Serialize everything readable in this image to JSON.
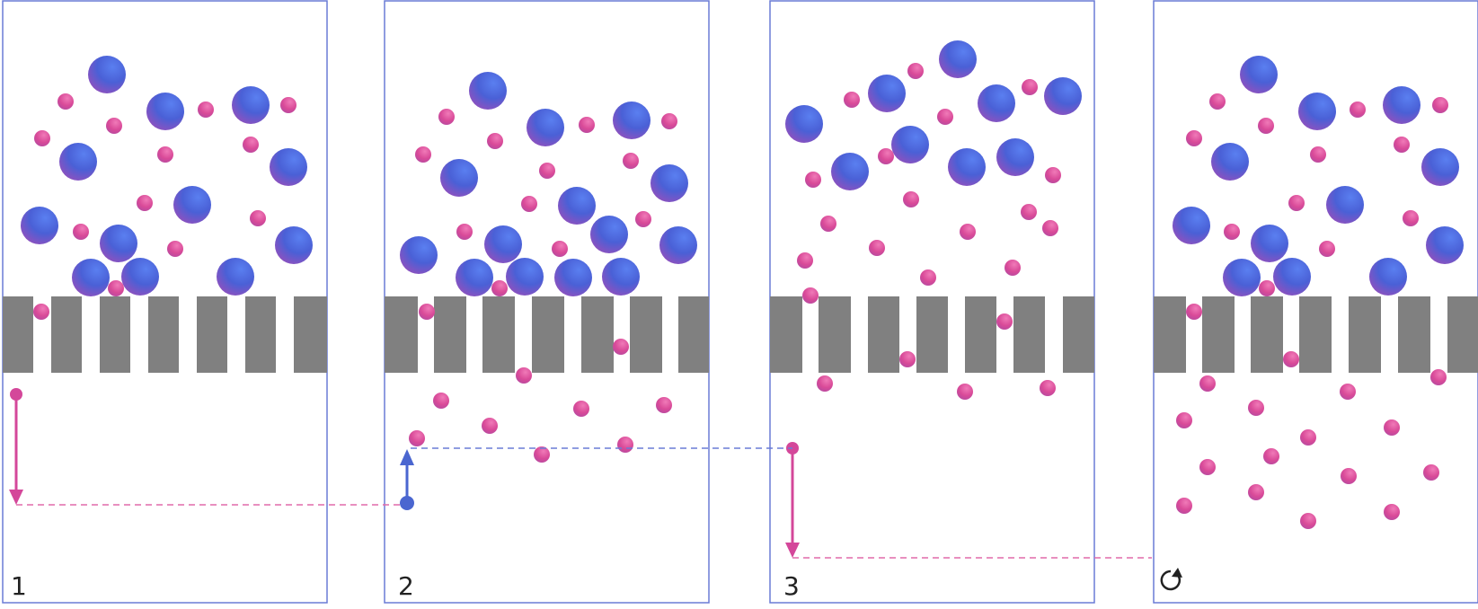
{
  "colors": {
    "frame": "#6a7bd6",
    "membrane": "#808080",
    "large_particle": "#4f6bd8",
    "small_particle": "#e0509a",
    "pink_arrow": "#d4479a",
    "blue_arrow": "#4a66d0"
  },
  "panels": [
    {
      "label": "1",
      "icon": null
    },
    {
      "label": "2",
      "icon": null
    },
    {
      "label": "3",
      "icon": null
    },
    {
      "label": "",
      "icon": "cycle-arrow-icon"
    }
  ],
  "arrows": [
    {
      "panel": 1,
      "direction": "down",
      "color": "pink"
    },
    {
      "panel": 2,
      "direction": "up",
      "color": "blue"
    },
    {
      "panel": 3,
      "direction": "down",
      "color": "pink"
    }
  ]
}
